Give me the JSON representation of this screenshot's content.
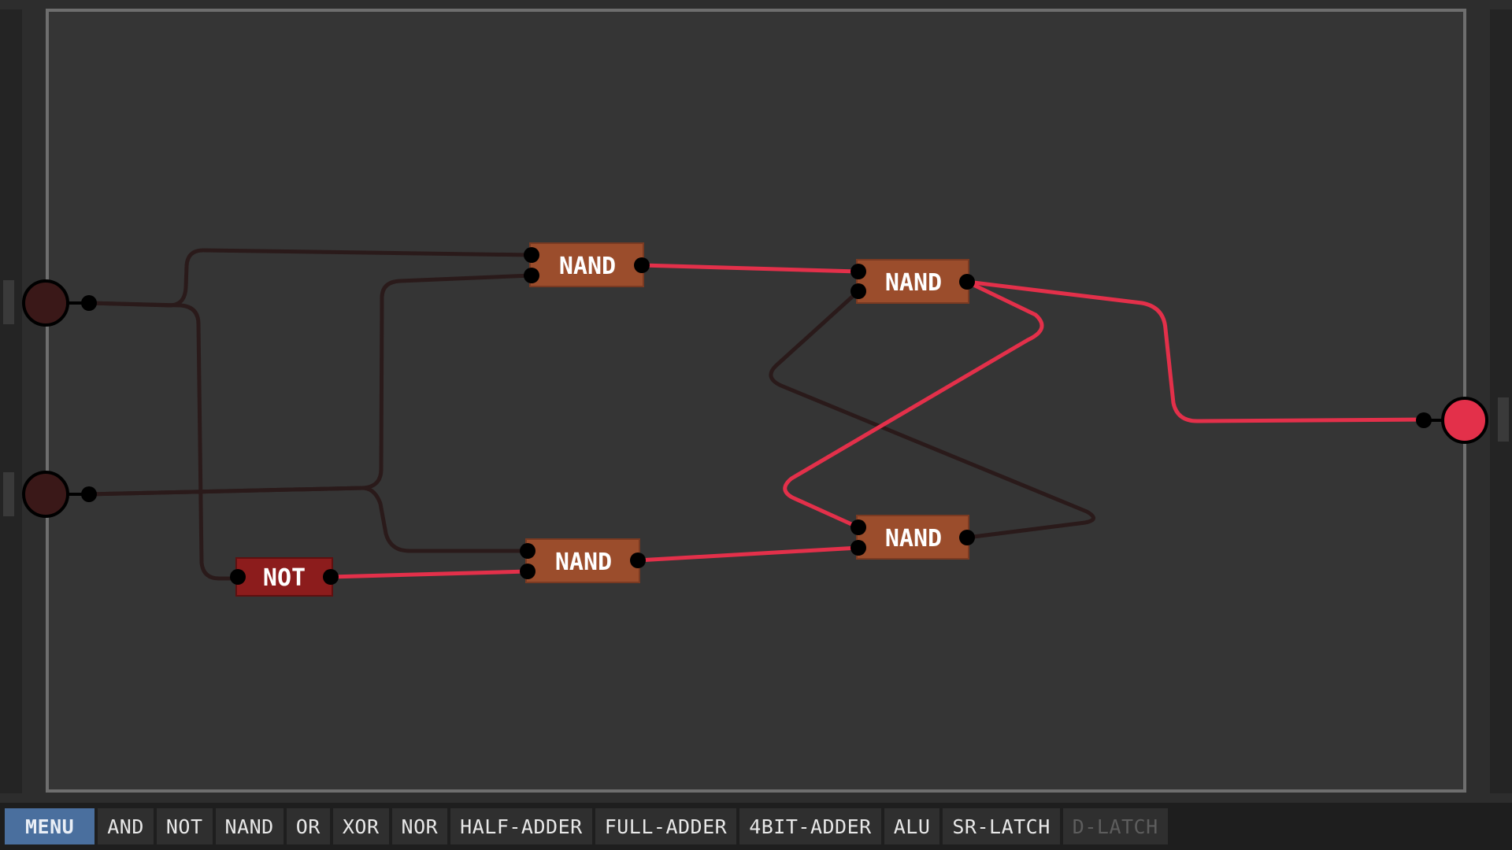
{
  "colors": {
    "wire_on": "#e3304a",
    "wire_off": "#2a1a1a",
    "nand_fill": "#9b4d2c",
    "not_fill": "#8c1c1c",
    "input_off": "#3a1818",
    "output_on": "#e3304a"
  },
  "gates": {
    "nand_1": "NAND",
    "nand_2": "NAND",
    "nand_3": "NAND",
    "nand_4": "NAND",
    "not_1": "NOT"
  },
  "toolbar": {
    "menu": "MENU",
    "items": [
      "AND",
      "NOT",
      "NAND",
      "OR",
      "XOR",
      "NOR",
      "HALF-ADDER",
      "FULL-ADDER",
      "4BIT-ADDER",
      "ALU",
      "SR-LATCH",
      "D-LATCH"
    ]
  }
}
